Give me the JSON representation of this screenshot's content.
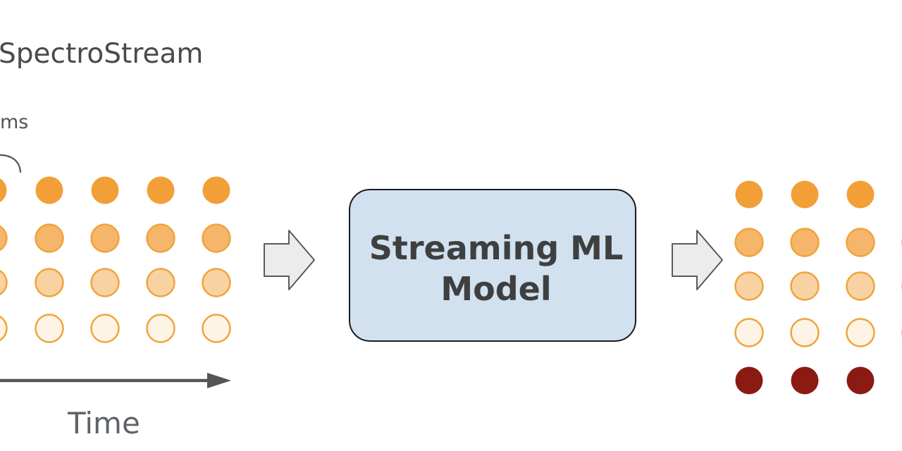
{
  "title": "SpectroStream",
  "frame_label": "ms",
  "time_axis_label": "Time",
  "model": {
    "label": "Streaming ML\nModel"
  },
  "colors": {
    "level_1": "#f29f38",
    "level_2": "#f5b56a",
    "level_3": "#f8d2a3",
    "level_4": "#fdf4e6",
    "outline": "#f0a43c",
    "output_extra": "#8b1a12",
    "model_fill": "#d2e1ef",
    "arrow_fill": "#ececec",
    "arrow_stroke": "#5a5a5a",
    "time_axis": "#555555"
  },
  "input_grid": {
    "columns": 5,
    "rows": [
      "level_1",
      "level_2",
      "level_3",
      "level_4"
    ]
  },
  "output_grid": {
    "columns": 4,
    "rows": [
      "level_1",
      "level_2",
      "level_3",
      "level_4",
      "output_extra"
    ]
  }
}
